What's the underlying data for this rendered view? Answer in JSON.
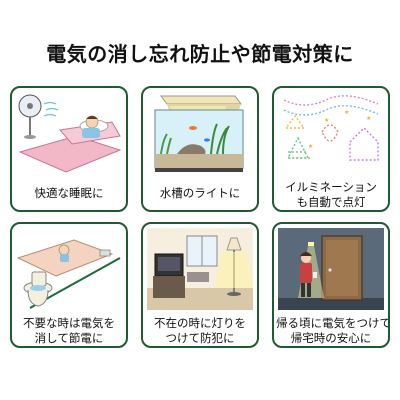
{
  "title": "電気の消し忘れ防止や節電対策に",
  "cards": [
    {
      "lines": [
        "快適な睡眠に"
      ]
    },
    {
      "lines": [
        "水槽のライトに"
      ]
    },
    {
      "lines": [
        "イルミネーション",
        "も自動で点灯"
      ]
    },
    {
      "lines": [
        "不要な時は電気を",
        "消して節電に"
      ]
    },
    {
      "lines": [
        "不在の時に灯りを",
        "つけて防犯に"
      ]
    },
    {
      "lines": [
        "帰る頃に電気をつけて",
        "帰宅時の安心に"
      ]
    }
  ],
  "colors": {
    "frame": "#1e5a32",
    "text": "#111111"
  },
  "icons": [
    "fan-bed-illustration",
    "aquarium-illustration",
    "illumination-illustration",
    "toddler-toilet-illustration",
    "room-lamp-illustration",
    "door-entry-illustration"
  ]
}
